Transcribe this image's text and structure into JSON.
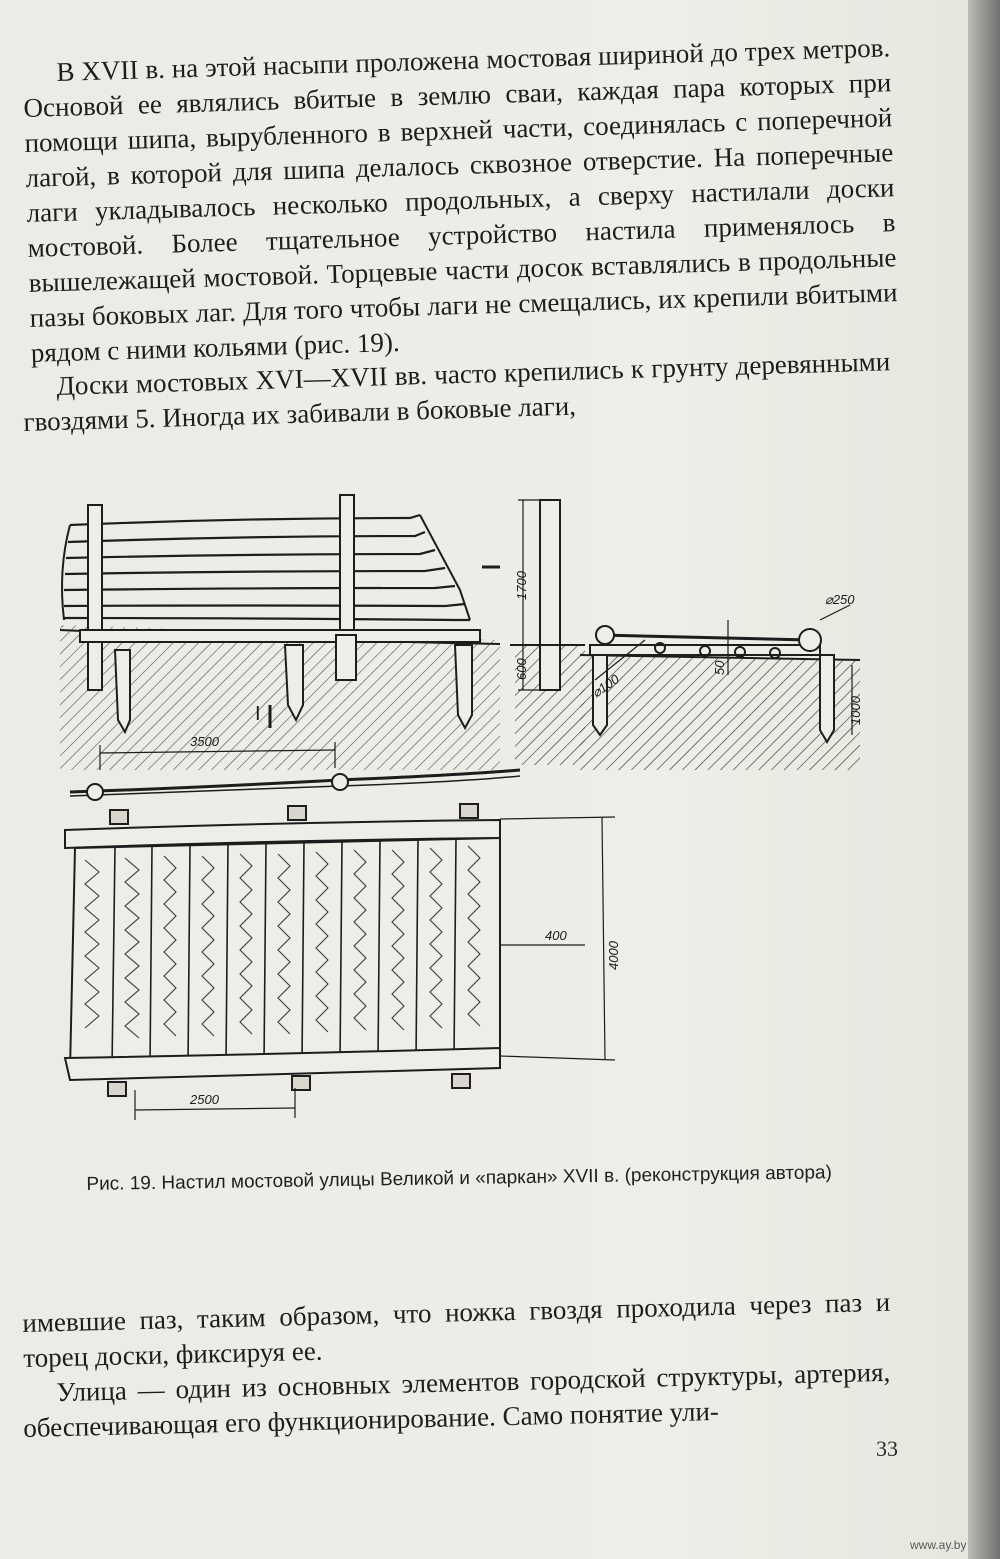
{
  "paragraphs": [
    "В XVII в. на этой насыпи проложена мостовая шириной до трех метров. Основой ее являлись вбитые в землю сваи, каждая пара которых при помощи шипа, вырубленного в верхней части, соединялась с поперечной лагой, в которой для шипа делалось сквозное отверстие. На поперечные лаги укладывалось несколько продольных, а сверху настилали доски мостовой. Более тщательное устройство настила применялось в вышележащей мостовой. Торцевые части досок вставлялись в продольные пазы боковых лаг. Для того чтобы лаги не смещались, их крепили вбитыми рядом с ними кольями (рис. 19).",
    "Доски мостовых XVI—XVII вв. часто крепились к грунту деревянными гвоздями 5. Иногда их забивали в боковые лаги,",
    "имевшие паз, таким образом, что ножка гвоздя проходила через паз и торец доски, фиксируя ее.",
    "Улица — один из основных элементов городской структуры, артерия, обеспечивающая его функционирование. Само понятие ули-"
  ],
  "figure": {
    "caption": "Рис. 19. Настил мостовой улицы Великой и «паркан» XVII в. (реконструкция автора)",
    "labels": {
      "mark_i": "I",
      "dim_1700": "1700",
      "dim_600": "600",
      "dim_250": "⌀250",
      "dim_100": "⌀100",
      "dim_50": "50",
      "dim_1000": "1000",
      "dim_3500": "3500",
      "dim_400": "400",
      "dim_4000": "4000",
      "dim_2500": "2500"
    }
  },
  "page_number": "33",
  "watermark": "www.ay.by"
}
